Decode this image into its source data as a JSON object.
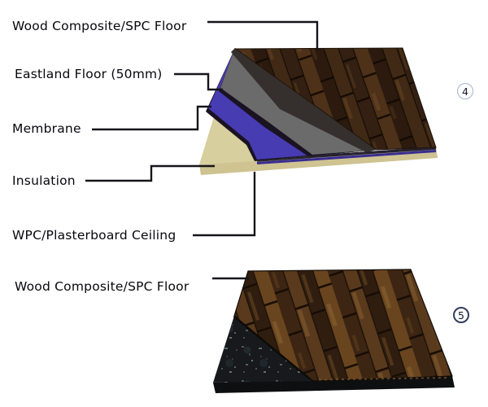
{
  "diagram_top": {
    "badge": "4",
    "labels": {
      "wood": "Wood Composite/SPC Floor",
      "eastland": "Eastland Floor (50mm)",
      "membrane": "Membrane",
      "insulation": "Insulation",
      "ceiling": "WPC/Plasterboard Ceiling"
    }
  },
  "diagram_bottom": {
    "badge": "5",
    "labels": {
      "wood": "Wood Composite/SPC Floor"
    }
  },
  "colors": {
    "label_text": "#07070d",
    "leader_line": "#15151a",
    "wood_base_top": "#3a2615",
    "wood_base_bottom": "#4a2f18",
    "wood_cut_edge": "#35302d",
    "eastland_gray": "#6b6b6b",
    "separator_dark": "#191322",
    "membrane_blue": "#473cb2",
    "membrane_edge": "#372d92",
    "insulation_top": "#d8cf9f",
    "insulation_front": "#cec391",
    "front_edge_dark": "#262231",
    "underlay_black": "#17191c",
    "slab_bottom_edge": "#0e0f11",
    "badge4_ring": "#a2b2c9",
    "badge5_ring": "#343d59"
  }
}
